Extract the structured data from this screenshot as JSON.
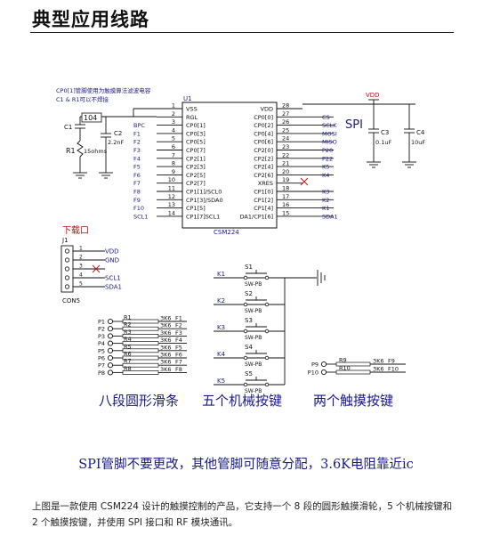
{
  "title": "典型应用线路",
  "schematic": {
    "note_top_line1": "CP0[1]管脚使用为触摸算法滤波电容",
    "note_top_line2": "C1 & R1可以不焊接",
    "chip": {
      "ref": "U1",
      "name": "CSM224",
      "left_pins": [
        {
          "num": "1",
          "name": "VSS",
          "net": ""
        },
        {
          "num": "2",
          "name": "RGL",
          "net": ""
        },
        {
          "num": "3",
          "name": "CP0[1]",
          "net": "BPC"
        },
        {
          "num": "4",
          "name": "CP0[3]",
          "net": "F1"
        },
        {
          "num": "5",
          "name": "CP0[5]",
          "net": "F2"
        },
        {
          "num": "6",
          "name": "CP0[7]",
          "net": "F3"
        },
        {
          "num": "7",
          "name": "CP2[1]",
          "net": "F4"
        },
        {
          "num": "8",
          "name": "CP2[3]",
          "net": "F5"
        },
        {
          "num": "9",
          "name": "CP2[5]",
          "net": "F6"
        },
        {
          "num": "10",
          "name": "CP2[7]",
          "net": "F7"
        },
        {
          "num": "11",
          "name": "CP1[1]/SCL0",
          "net": "F8"
        },
        {
          "num": "12",
          "name": "CP1[3]/SDA0",
          "net": "F9"
        },
        {
          "num": "13",
          "name": "CP1[5]",
          "net": "F10"
        },
        {
          "num": "14",
          "name": "CP1[7]SCL1",
          "net": "SCL1"
        }
      ],
      "right_pins": [
        {
          "num": "28",
          "name": "VDD",
          "net": ""
        },
        {
          "num": "27",
          "name": "CP0[0]",
          "net": "CS"
        },
        {
          "num": "26",
          "name": "CP0[2]",
          "net": "SCLK"
        },
        {
          "num": "25",
          "name": "CP0[4]",
          "net": "MOSI"
        },
        {
          "num": "24",
          "name": "CP0[6]",
          "net": "MISO"
        },
        {
          "num": "23",
          "name": "CP2[0]",
          "net": "P20"
        },
        {
          "num": "22",
          "name": "CP2[2]",
          "net": "P22"
        },
        {
          "num": "21",
          "name": "CP2[4]",
          "net": "K5"
        },
        {
          "num": "20",
          "name": "CP2[6]",
          "net": "K4"
        },
        {
          "num": "19",
          "name": "XRES",
          "net": ""
        },
        {
          "num": "18",
          "name": "CP1[0]",
          "net": "K3"
        },
        {
          "num": "17",
          "name": "CP1[2]",
          "net": "K2"
        },
        {
          "num": "16",
          "name": "CP1[4]",
          "net": "K1"
        },
        {
          "num": "15",
          "name": "DA1/CP1[6]",
          "net": "SDA1"
        }
      ]
    },
    "c1": {
      "ref": "C1",
      "value": "104"
    },
    "r1": {
      "ref": "R1",
      "value": "15ohms"
    },
    "c2": {
      "ref": "C2",
      "value": "2.2nF"
    },
    "vdd": "VDD",
    "spi": "SPI",
    "c3": {
      "ref": "C3",
      "value": "0.1uF"
    },
    "c4": {
      "ref": "C4",
      "value": "10uF"
    },
    "download": {
      "title": "下载口",
      "ref": "J1",
      "part": "CON5",
      "pins": [
        "1",
        "2",
        "3",
        "4",
        "5"
      ],
      "nets": [
        "VDD",
        "GND",
        "",
        "SCL1",
        "SDA1"
      ]
    },
    "switches": [
      {
        "ref": "S1",
        "type": "SW-PB",
        "net": "K1"
      },
      {
        "ref": "S2",
        "type": "SW-PB",
        "net": "K2"
      },
      {
        "ref": "S3",
        "type": "SW-PB",
        "net": "K3"
      },
      {
        "ref": "S4",
        "type": "SW-PB",
        "net": "K4"
      },
      {
        "ref": "S5",
        "type": "SW-PB",
        "net": "K5"
      }
    ],
    "slider_pads": [
      {
        "pad": "P1",
        "res": "R1",
        "value": "3K6",
        "net": "F1"
      },
      {
        "pad": "P2",
        "res": "R2",
        "value": "3K6",
        "net": "F2"
      },
      {
        "pad": "P3",
        "res": "R3",
        "value": "3K6",
        "net": "F3"
      },
      {
        "pad": "P4",
        "res": "R4",
        "value": "3K6",
        "net": "F4"
      },
      {
        "pad": "P5",
        "res": "R5",
        "value": "3K6",
        "net": "F5"
      },
      {
        "pad": "P6",
        "res": "R6",
        "value": "3K6",
        "net": "F6"
      },
      {
        "pad": "P7",
        "res": "R7",
        "value": "3K6",
        "net": "F7"
      },
      {
        "pad": "P8",
        "res": "R8",
        "value": "3K6",
        "net": "F8"
      }
    ],
    "touch_keys": [
      {
        "pad": "P9",
        "res": "R9",
        "value": "3K6",
        "net": "F9"
      },
      {
        "pad": "P10",
        "res": "R10",
        "value": "3K6",
        "net": "F10"
      }
    ]
  },
  "captions": {
    "slider": "八段圆形滑条",
    "keys": "五个机械按键",
    "touch": "两个触摸按键"
  },
  "note": "SPI管脚不要更改，其他管脚可随意分配，3.6K电阻靠近ic",
  "paragraph": "上图是一款使用 CSM224 设计的触摸控制的产品，它支持一个 8 段的圆形触摸滑轮，5 个机械按键和 2 个触摸按键，并使用 SPI 接口和 RF 模块通讯。"
}
